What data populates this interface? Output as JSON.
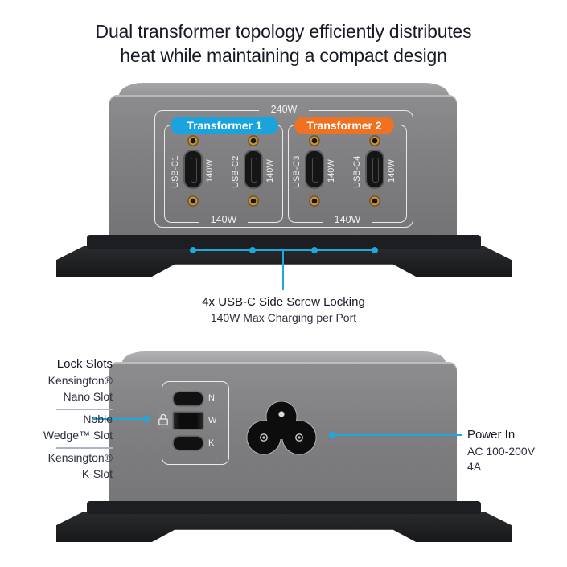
{
  "headline": {
    "line1": "Dual transformer topology efficiently distributes",
    "line2": "heat while maintaining a compact design"
  },
  "front_view": {
    "total_power_label": "240W",
    "transformers": [
      {
        "label": "Transformer 1",
        "color": "#1ba3dd",
        "group_power_label": "140W",
        "ports": [
          {
            "name": "USB-C1",
            "power": "140W"
          },
          {
            "name": "USB-C2",
            "power": "140W"
          }
        ]
      },
      {
        "label": "Transformer 2",
        "color": "#ee7222",
        "group_power_label": "140W",
        "ports": [
          {
            "name": "USB-C3",
            "power": "140W"
          },
          {
            "name": "USB-C4",
            "power": "140W"
          }
        ]
      }
    ],
    "callout": {
      "title": "4x USB-C Side Screw Locking",
      "subtitle": "140W Max Charging per Port",
      "color": "#1fa7e0"
    }
  },
  "back_view": {
    "lock_slots": {
      "heading": "Lock Slots",
      "items": [
        {
          "line1": "Kensington®",
          "line2": "Nano Slot",
          "letter": "N"
        },
        {
          "line1": "Noble",
          "line2": "Wedge™ Slot",
          "letter": "W"
        },
        {
          "line1": "Kensington®",
          "line2": "K-Slot",
          "letter": "K"
        }
      ]
    },
    "power_in": {
      "title": "Power In",
      "line1": "AC 100-200V",
      "line2": "4A"
    }
  }
}
